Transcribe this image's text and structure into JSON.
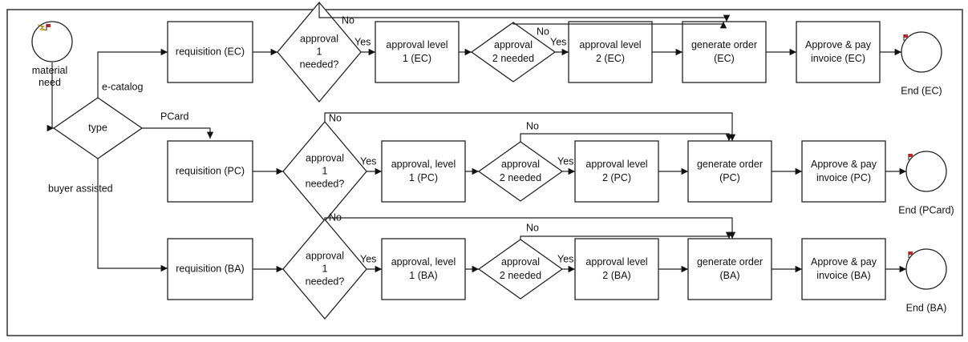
{
  "start": {
    "label": [
      "material",
      "need"
    ]
  },
  "type_decision": {
    "label": [
      "type"
    ]
  },
  "branch_labels": {
    "ec": "e-catalog",
    "pc": "PCard",
    "ba": "buyer assisted"
  },
  "edge_labels": {
    "yes": "Yes",
    "no": "No"
  },
  "lanes": [
    {
      "id": "ec",
      "requisition": [
        "requisition (EC)"
      ],
      "decision1": [
        "approval",
        "1",
        "needed?"
      ],
      "level1": [
        "approval level",
        "1 (EC)"
      ],
      "decision2": [
        "approval",
        "2 needed"
      ],
      "level2": [
        "approval level",
        "2 (EC)"
      ],
      "order": [
        "generate order",
        "(EC)"
      ],
      "invoice": [
        "Approve & pay",
        "invoice (EC)"
      ],
      "end": [
        "End (EC)"
      ]
    },
    {
      "id": "pc",
      "requisition": [
        "requisition (PC)"
      ],
      "decision1": [
        "approval",
        "1",
        "needed?"
      ],
      "level1": [
        "approval, level",
        "1 (PC)"
      ],
      "decision2": [
        "approval",
        "2 needed"
      ],
      "level2": [
        "approval level",
        "2 (PC)"
      ],
      "order": [
        "generate order",
        "(PC)"
      ],
      "invoice": [
        "Approve & pay",
        "invoice (PC)"
      ],
      "end": [
        "End (PCard)"
      ]
    },
    {
      "id": "ba",
      "requisition": [
        "requisition (BA)"
      ],
      "decision1": [
        "approval",
        "1",
        "needed?"
      ],
      "level1": [
        "approval, level",
        "1 (BA)"
      ],
      "decision2": [
        "approval",
        "2 needed"
      ],
      "level2": [
        "approval level",
        "2 (BA)"
      ],
      "order": [
        "generate order",
        "(BA)"
      ],
      "invoice": [
        "Approve & pay",
        "invoice (BA)"
      ],
      "end": [
        "End (BA)"
      ]
    }
  ]
}
